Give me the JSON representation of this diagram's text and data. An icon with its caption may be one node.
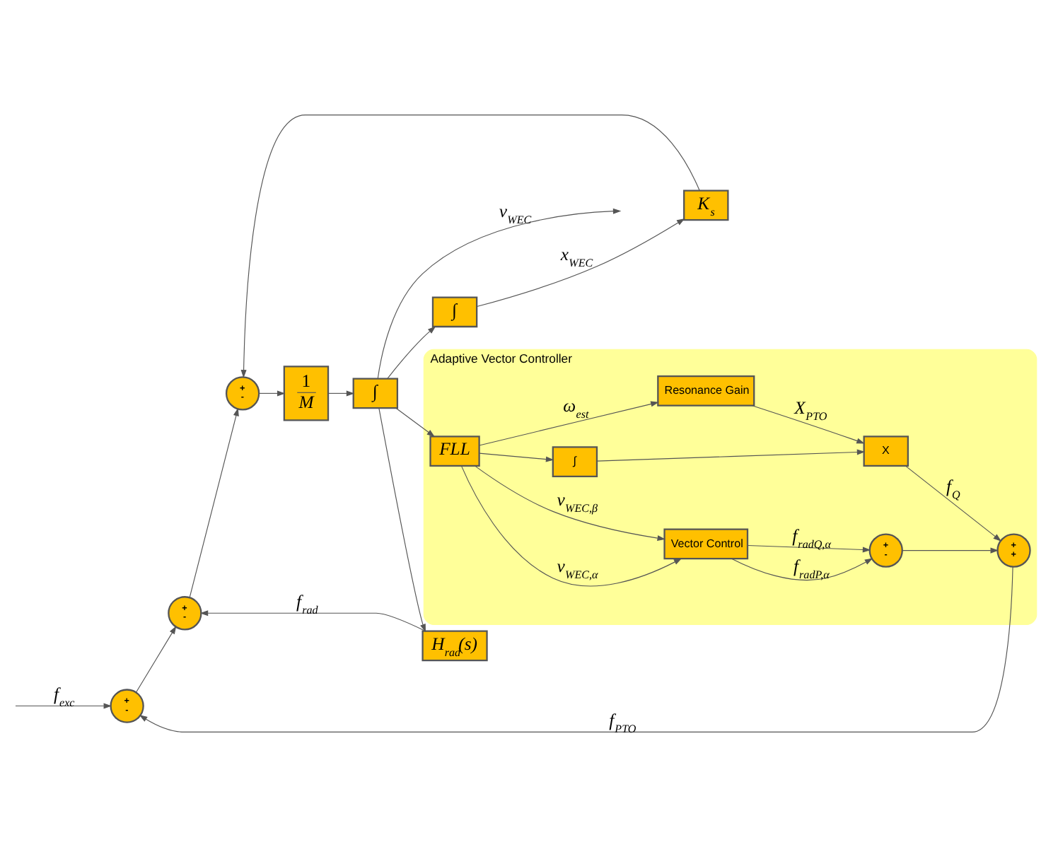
{
  "diagram": {
    "nodes": [
      {
        "text": [
          "+",
          "-"
        ]
      },
      {
        "text": [
          "+",
          "-"
        ]
      },
      {
        "text": [
          "+",
          "-"
        ]
      },
      {
        "text": [
          "1",
          "M"
        ]
      },
      {
        "text": [
          "∫"
        ]
      },
      {
        "text": [
          "K$_{s}$"
        ]
      },
      {
        "text": [
          "∫"
        ]
      },
      {
        "text": [
          "H$_{rad}$(s)"
        ]
      },
      {
        "text": [
          "Adaptive Vector Controller"
        ]
      },
      {
        "text": [
          "+",
          "+"
        ],
        "in": 8
      },
      {
        "text": [
          "+",
          "-"
        ],
        "in": 8
      },
      {
        "text": [
          "Vector Control"
        ],
        "in": 8
      },
      {
        "text": [
          "FLL"
        ],
        "in": 8
      },
      {
        "text": [
          "∫"
        ],
        "in": 8
      },
      {
        "text": [
          "X"
        ],
        "in": 8
      },
      {
        "text": [
          "Resonance Gain"
        ],
        "in": 8
      }
    ],
    "edges": [
      {
        "from": null,
        "to": 0,
        "arrow": "to",
        "label": "f$_{exc}$"
      },
      {
        "from": 0,
        "to": 1,
        "arrow": "to"
      },
      {
        "from": 1,
        "to": 2,
        "arrow": "to"
      },
      {
        "from": 2,
        "to": 3,
        "arrow": "to"
      },
      {
        "from": 3,
        "to": 4,
        "arrow": "to"
      },
      {
        "from": 4,
        "to": null,
        "arrow": "to",
        "label": "v$_{WEC}$"
      },
      {
        "from": 4,
        "to": 6,
        "arrow": "to"
      },
      {
        "from": 4,
        "to": 7,
        "arrow": "to"
      },
      {
        "from": 4,
        "to": 12,
        "arrow": "to"
      },
      {
        "from": 6,
        "to": 5,
        "arrow": "to",
        "label": "x$_{WEC}$"
      },
      {
        "from": 5,
        "to": 2,
        "arrow": "to"
      },
      {
        "from": 7,
        "to": 1,
        "arrow": "to",
        "label": "f$_{rad}$"
      },
      {
        "from": 9,
        "to": 0,
        "arrow": "to",
        "label": "f$_{PTO}$"
      },
      {
        "from": 10,
        "to": 9,
        "arrow": "to"
      },
      {
        "from": 11,
        "to": 10,
        "arrow": "to",
        "label": "f$_{radP,α}$"
      },
      {
        "from": 11,
        "to": 10,
        "arrow": "to",
        "label": "f$_{radQ,α}$"
      },
      {
        "from": 12,
        "to": 11,
        "arrow": "to",
        "label": "v$_{WEC,α}$"
      },
      {
        "from": 12,
        "to": 11,
        "arrow": "to",
        "label": "v$_{WEC,β}$"
      },
      {
        "from": 12,
        "to": 13,
        "arrow": "to"
      },
      {
        "from": 12,
        "to": 15,
        "arrow": "to",
        "label": "ω$_{est}$"
      },
      {
        "from": 13,
        "to": 14,
        "arrow": "to"
      },
      {
        "from": 15,
        "to": 14,
        "arrow": "to",
        "label": "X$_{PTO}$"
      },
      {
        "from": 14,
        "to": 9,
        "arrow": "to",
        "label": "f$_{Q}$"
      }
    ]
  }
}
